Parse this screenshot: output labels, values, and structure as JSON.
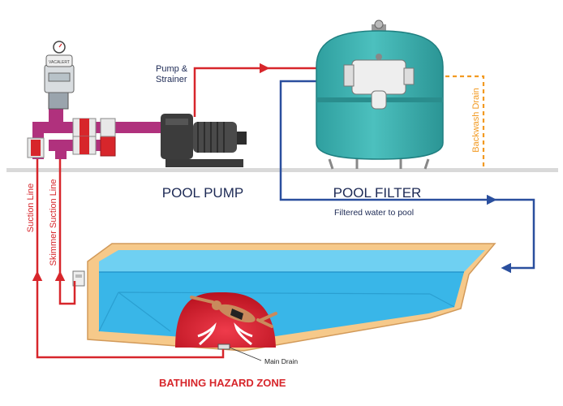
{
  "labels": {
    "pump_strainer_line1": "Pump &",
    "pump_strainer_line2": "Strainer",
    "backwash_drain": "Backwash Drain",
    "pool_pump": "POOL PUMP",
    "pool_filter": "POOL FILTER",
    "filtered_water": "Filtered water to pool",
    "suction_line": "Suction Line",
    "skimmer_suction_line": "Skimmer Suction Line",
    "main_drain": "Main Drain",
    "bathing_hazard_zone": "BATHING HAZARD ZONE",
    "vac_alert": "VACALERT"
  },
  "colors": {
    "suction_red": "#d7262b",
    "return_blue": "#2a4f9e",
    "backwash_orange": "#f29a22",
    "pipe_magenta": "#b0317d",
    "filter_teal": "#3fb3b2",
    "water_blue": "#39b6e8",
    "pool_wall": "#f6c98a",
    "hazard_red": "#d61f32",
    "pump_dark": "#3c3c3c",
    "title_navy": "#1d2a55"
  }
}
